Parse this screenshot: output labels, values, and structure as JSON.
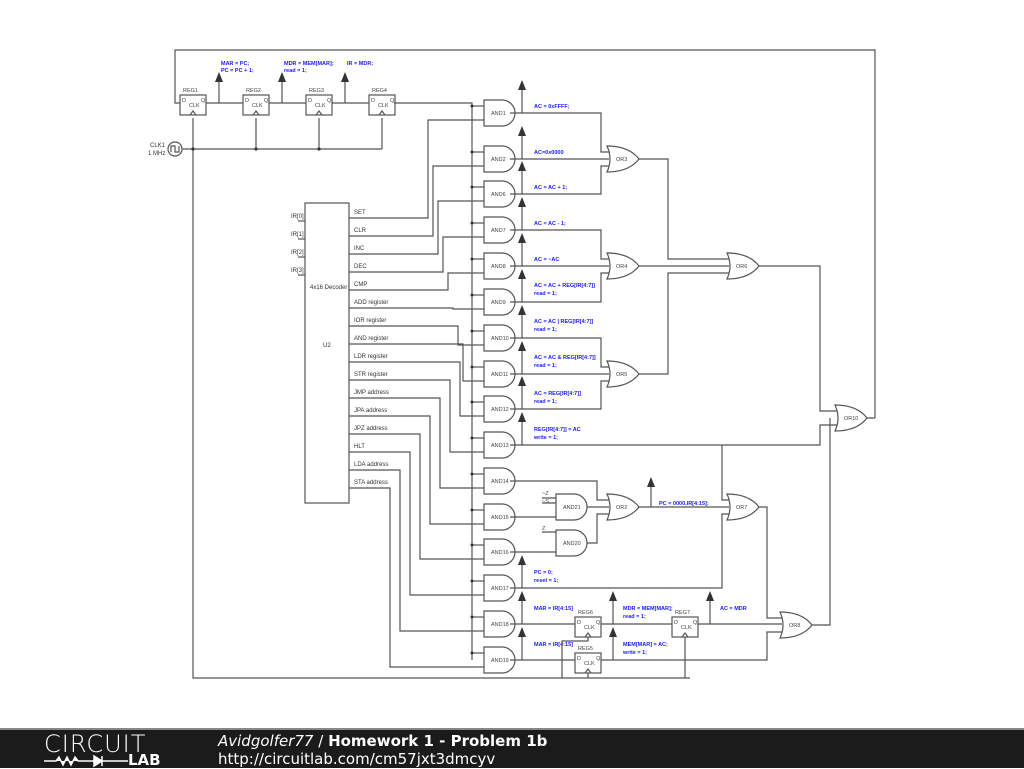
{
  "clock": {
    "name": "CLK1",
    "freq": "1 MHz"
  },
  "registers": {
    "reg1": "REG1",
    "reg2": "REG2",
    "reg3": "REG3",
    "reg4": "REG4",
    "reg5": "REG5",
    "reg6": "REG6",
    "reg7": "REG7",
    "pin_d": "D",
    "pin_q": "Q",
    "pin_clk": "CLK"
  },
  "fetch_annotations": {
    "a1": "MAR = PC;",
    "a2": "PC = PC + 1;",
    "b1": "MDR = MEM[MAR];",
    "b2": "read = 1;",
    "c1": "IR = MDR;"
  },
  "decoder": {
    "title": "4x16 Decoder",
    "ref": "U2",
    "inputs": [
      "IR[0]",
      "IR[1]",
      "IR[2]",
      "IR[3]"
    ],
    "outputs": [
      "SET",
      "CLR",
      "INC",
      "DEC",
      "CMP",
      "ADD register",
      "IOR register",
      "AND register",
      "LDR register",
      "STR register",
      "JMP address",
      "JPA address",
      "JPZ address",
      "HLT",
      "LDA address",
      "STA address"
    ]
  },
  "and_gates": [
    "AND1",
    "AND2",
    "AND6",
    "AND7",
    "AND8",
    "AND9",
    "AND10",
    "AND11",
    "AND12",
    "AND13",
    "AND14",
    "AND15",
    "AND16",
    "AND17",
    "AND18",
    "AND19"
  ],
  "and_extra": {
    "and21": "AND21",
    "and20": "AND20",
    "nz": "~Z",
    "ns": "~S",
    "z": "Z"
  },
  "or_gates": {
    "or2": "OR2",
    "or3": "OR3",
    "or4": "OR4",
    "or5": "OR5",
    "or6": "OR6",
    "or7": "OR7",
    "or8": "OR8",
    "or10": "OR10"
  },
  "annotations": {
    "and1": [
      "AC = 0xFFFF;"
    ],
    "and2": [
      "AC=0x0000"
    ],
    "and6": [
      "AC = AC + 1;"
    ],
    "and7": [
      "AC = AC - 1;"
    ],
    "and8": [
      "AC = ~AC"
    ],
    "and9": [
      "AC = AC + REG[IR[4:7]]",
      "read = 1;"
    ],
    "and10": [
      "AC = AC | REG[IR[4:7]]",
      "read = 1;"
    ],
    "and11": [
      "AC = AC & REG[IR[4:7]]",
      "read = 1;"
    ],
    "and12": [
      "AC = REG[IR[4:7]]",
      "read = 1;"
    ],
    "and13": [
      "REG[IR[4:7]] = AC",
      "write = 1;"
    ],
    "or2": [
      "PC = 0000,IR[4:15];"
    ],
    "and17": [
      "PC = 0;",
      "reset = 1;"
    ],
    "and18": [
      "MAR = IR[4:15]"
    ],
    "reg6": [
      "MDR = MEM[MAR];",
      "read = 1;"
    ],
    "reg7": [
      "AC = MDR"
    ],
    "and19": [
      "MAR = IR[4:15]"
    ],
    "reg5": [
      "MEM[MAR] = AC;",
      "write = 1;"
    ]
  },
  "footer": {
    "logo_top": "CIRCUIT",
    "logo_bottom": "LAB",
    "author": "Avidgolfer77",
    "separator": " / ",
    "project": "Homework 1 - Problem 1b",
    "url": "http://circuitlab.com/cm57jxt3dmcyv"
  }
}
